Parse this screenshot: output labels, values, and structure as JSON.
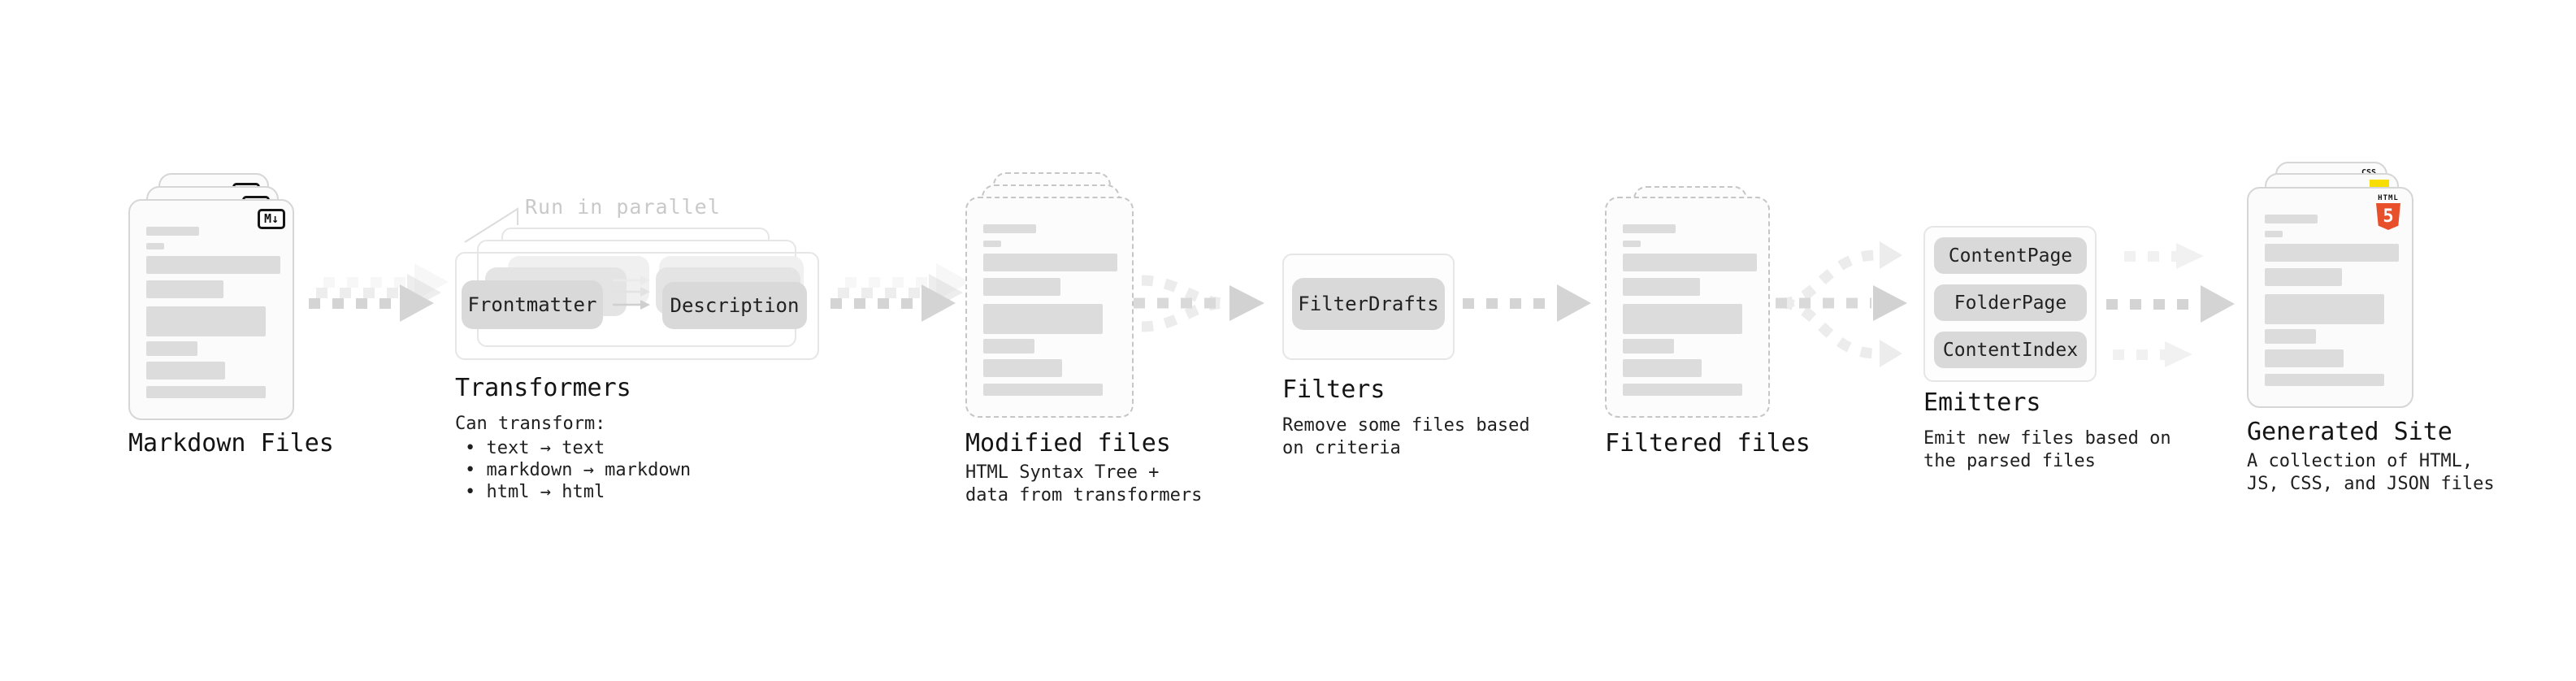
{
  "stages": {
    "markdown_files": {
      "label": "Markdown Files",
      "badge": "M↓"
    },
    "transformers": {
      "annotation": "Run in parallel",
      "pill_left": "Frontmatter",
      "pill_right": "Description",
      "heading": "Transformers",
      "subheading": "Can transform:",
      "bullets": [
        "• text → text",
        "• markdown → markdown",
        "• html → html"
      ]
    },
    "modified_files": {
      "heading": "Modified files",
      "description": [
        "HTML Syntax Tree +",
        "data from transformers"
      ]
    },
    "filters": {
      "pill": "FilterDrafts",
      "heading": "Filters",
      "description": [
        "Remove some files based",
        "on criteria"
      ]
    },
    "filtered_files": {
      "heading": "Filtered files"
    },
    "emitters": {
      "pills": [
        "ContentPage",
        "FolderPage",
        "ContentIndex"
      ],
      "heading": "Emitters",
      "description": [
        "Emit new files based on",
        "the parsed files"
      ]
    },
    "generated_site": {
      "heading": "Generated Site",
      "description": [
        "A collection of HTML,",
        "JS, CSS, and JSON files"
      ],
      "css_badge": "CSS",
      "html_badge_label": "HTML",
      "html_badge_number": "5"
    }
  },
  "colors": {
    "html5_orange": "#e8502c",
    "js_yellow": "#f7dd00",
    "css_blue": "#2b66f6",
    "arrow_gray": "#d4d4d4"
  }
}
